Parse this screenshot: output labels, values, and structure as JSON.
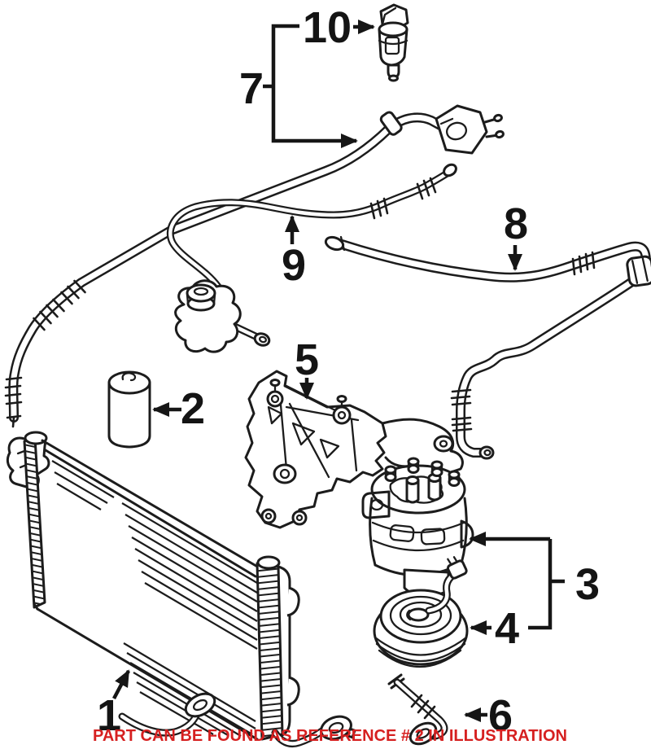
{
  "colors": {
    "background": "#ffffff",
    "line_art": "#1c1c1c",
    "caption": "#d62020"
  },
  "caption": {
    "text": "PART CAN BE FOUND AS REFERENCE # 2 IN ILLUSTRATION"
  },
  "callouts": [
    {
      "ref": "1"
    },
    {
      "ref": "2"
    },
    {
      "ref": "3"
    },
    {
      "ref": "4"
    },
    {
      "ref": "5"
    },
    {
      "ref": "6"
    },
    {
      "ref": "7"
    },
    {
      "ref": "8"
    },
    {
      "ref": "9"
    },
    {
      "ref": "10"
    }
  ]
}
